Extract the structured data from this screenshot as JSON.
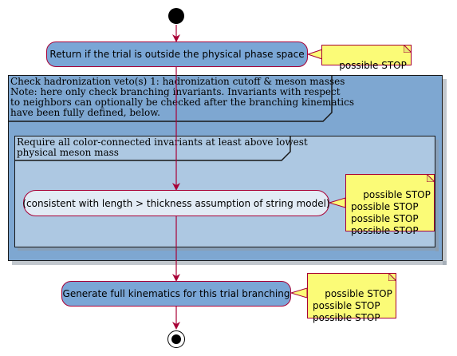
{
  "activities": {
    "return_if_outside": "Return if the trial is outside the physical phase space",
    "consistent_length": "(consistent with length > thickness assumption of string model)",
    "generate_kinematics": "Generate full kinematics for this trial branching"
  },
  "partitions": {
    "outer_label": "Check hadronization veto(s) 1: hadronization cutoff & meson masses\nNote: here only check branching invariants. Invariants with respect\nto neighbors can optionally be checked after the branching kinematics\nhave been fully defined, below.",
    "inner_label": "Require all color-connected invariants at least above lowest\nphysical meson mass"
  },
  "notes": {
    "note1": "possible STOP",
    "note2": "possible STOP\npossible STOP\npossible STOP\npossible STOP",
    "note3": "possible STOP\npossible STOP\npossible STOP"
  },
  "colors": {
    "activity_fill": "#7aa6d6",
    "activity_light_fill": "#e2ebf5",
    "activity_border": "#a80036",
    "partition_outer_fill": "#7ea7d1",
    "partition_inner_fill": "#adc8e2",
    "note_fill": "#fbfb77",
    "arrow": "#a80036"
  }
}
